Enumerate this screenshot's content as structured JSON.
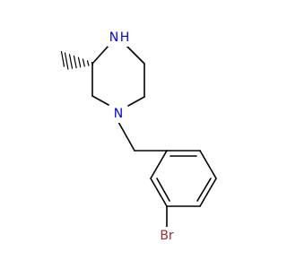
{
  "molecule": {
    "atoms": {
      "nh": {
        "symbol": "N",
        "h_label": "H",
        "color": "#0000ff"
      },
      "n": {
        "symbol": "N",
        "color": "#0000ff"
      },
      "br": {
        "symbol": "Br",
        "color": "#a52a2a"
      }
    },
    "stereo_bond": "hashed-wedge",
    "colors": {
      "bond": "#000000",
      "background": "#ffffff"
    }
  }
}
